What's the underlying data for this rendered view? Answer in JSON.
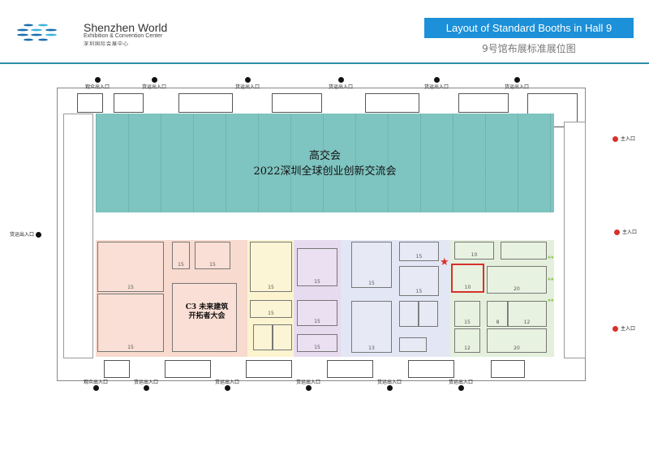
{
  "header": {
    "logo_name": "Shenzhen World",
    "logo_sub": "Exhibition & Convention Center",
    "logo_cn": "深圳国际会展中心",
    "title": "Layout of Standard Booths in Hall 9",
    "subtitle": "9号馆布展标准展位图",
    "title_color": "#1c90d8"
  },
  "hall": {
    "main_area_title": "高交会",
    "main_area_subtitle": "2022深圳全球创业创新交流会",
    "main_area_color": "#7ec4c0",
    "c3_label_1": "C3 未来建筑",
    "c3_label_2": "开拓者大会",
    "zone_colors": [
      "#f8dace",
      "#fbf4cf",
      "#e7dbef",
      "#e3e6f4",
      "#e4f0dc"
    ],
    "highlight_color": "#d8312a"
  },
  "gates": {
    "top": [
      "观众出入口",
      "货运出入口",
      "货运出入口",
      "货运出入口",
      "货运出入口",
      "货运出入口"
    ],
    "bottom": [
      "观众出入口",
      "货运出入口",
      "货运出入口",
      "货运出入口",
      "货运出入口",
      "货运出入口"
    ],
    "left": "货运出入口",
    "right": [
      "主入口",
      "主入口",
      "主入口"
    ]
  },
  "booths": [
    {
      "area": "15"
    },
    {
      "area": "15"
    },
    {
      "area": "15"
    },
    {
      "area": "15"
    },
    {
      "area": "15"
    },
    {
      "area": "15"
    },
    {
      "area": "15"
    },
    {
      "area": "15"
    },
    {
      "area": "15"
    },
    {
      "area": "15"
    },
    {
      "area": "13"
    },
    {
      "area": "15"
    },
    {
      "area": "15"
    },
    {
      "area": "10"
    },
    {
      "area": "20"
    },
    {
      "area": "15"
    },
    {
      "area": "8"
    },
    {
      "area": "12"
    },
    {
      "area": "12"
    },
    {
      "area": "20"
    }
  ]
}
